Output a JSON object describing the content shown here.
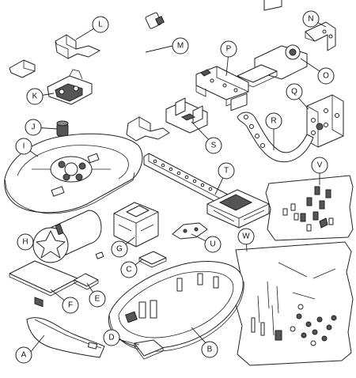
{
  "callouts": {
    "A": "A",
    "B": "B",
    "C": "C",
    "D": "D",
    "E": "E",
    "F": "F",
    "G": "G",
    "H": "H",
    "I": "I",
    "J": "J",
    "K": "K",
    "L": "L",
    "M": "M",
    "N": "N",
    "O": "O",
    "P": "P",
    "Q": "Q",
    "R": "R",
    "S": "S",
    "T": "T",
    "U": "U",
    "V": "V",
    "W": "W"
  },
  "colors": {
    "line": "#222222",
    "background": "#ffffff",
    "shade": "#555555"
  }
}
